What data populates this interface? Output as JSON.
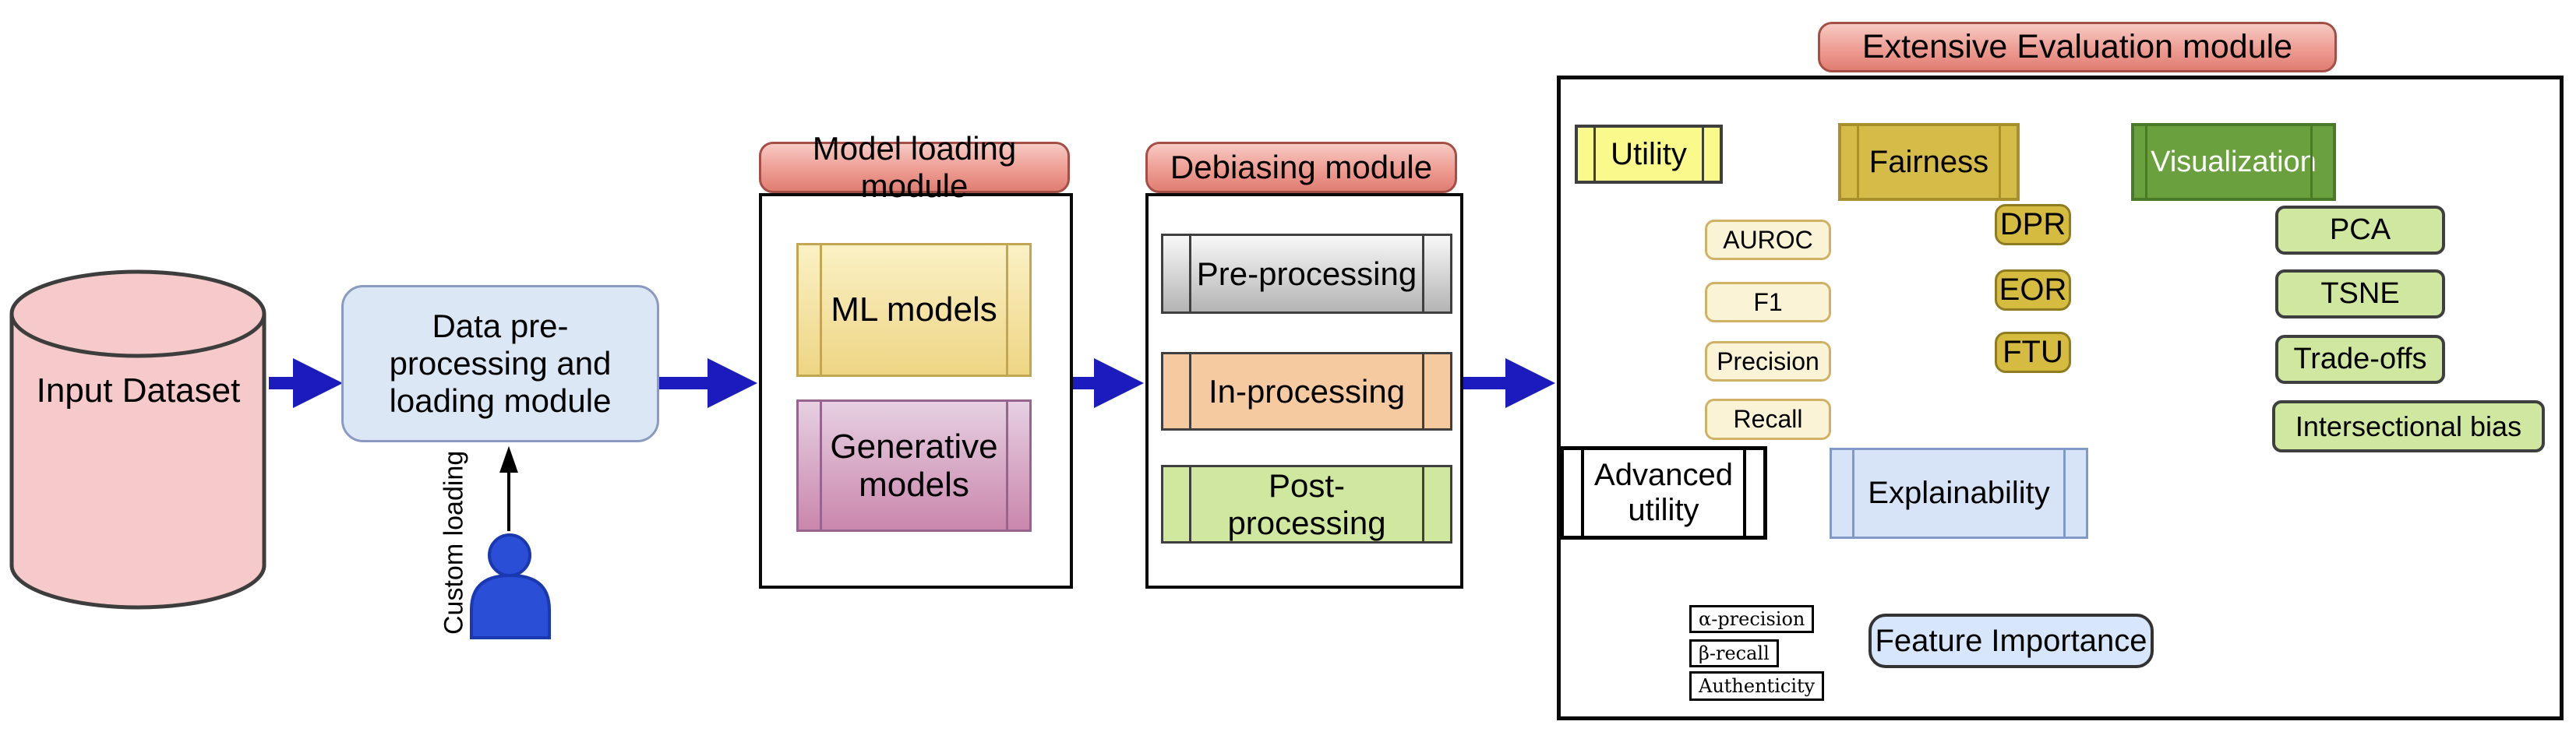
{
  "diagram": {
    "input_dataset": {
      "label": "Input Dataset"
    },
    "data_module": {
      "label": "Data pre-processing and loading module"
    },
    "custom_loading": {
      "label": "Custom loading"
    },
    "model_module": {
      "title": "Model loading module",
      "items": [
        "ML models",
        "Generative models"
      ]
    },
    "debias_module": {
      "title": "Debiasing module",
      "items": [
        "Pre-processing",
        "In-processing",
        "Post-processing"
      ]
    },
    "eval_module": {
      "title": "Extensive Evaluation module",
      "utility": {
        "label": "Utility",
        "items": [
          "AUROC",
          "F1",
          "Precision",
          "Recall"
        ]
      },
      "fairness": {
        "label": "Fairness",
        "items": [
          "DPR",
          "EOR",
          "FTU"
        ]
      },
      "visualization": {
        "label": "Visualization",
        "items": [
          "PCA",
          "TSNE",
          "Trade-offs",
          "Intersectional bias"
        ]
      },
      "advanced_utility": {
        "label": "Advanced utility",
        "items": [
          "α-precision",
          "β-recall",
          "Authenticity"
        ]
      },
      "explainability": {
        "label": "Explainability",
        "items": [
          "Feature Importance"
        ]
      }
    },
    "icons": [
      "database-icon",
      "person-icon",
      "flow-arrow-icon"
    ],
    "colors": {
      "flow_arrow_blue": "#1b1bbe",
      "module_header_red": "#e07e73",
      "cylinder_pink": "#f6caca",
      "data_module_blue": "#dce7f6",
      "ml_models_yellow": "#eed584",
      "generative_purple": "#ca86ac",
      "preprocessing_gray": "#c6c6c6",
      "inprocessing_orange": "#f6caa0",
      "postprocessing_green": "#cfe79e",
      "utility_yellow": "#f9fa8b",
      "fairness_gold": "#d5bc49",
      "visualization_green": "#6ba03e",
      "metric_cream": "#faf3d6",
      "explainability_blue": "#d7e3f7",
      "person_blue": "#2a4fd6"
    }
  }
}
